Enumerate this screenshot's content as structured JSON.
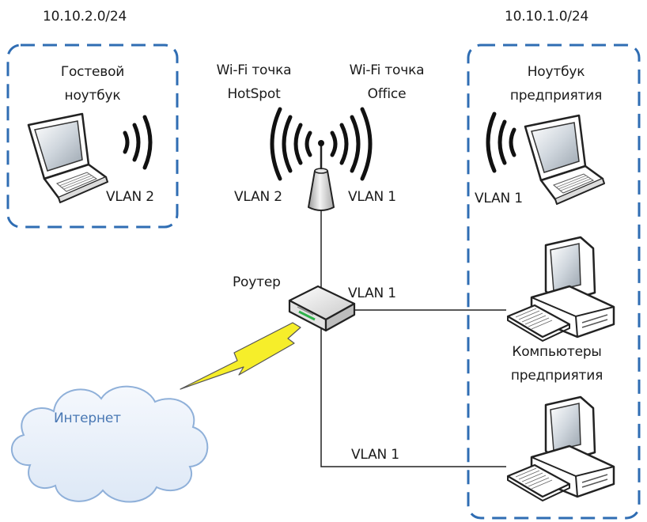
{
  "subnets": {
    "guest": "10.10.2.0/24",
    "office": "10.10.1.0/24"
  },
  "guest_zone": {
    "device_label": [
      "Гостевой",
      "ноутбук"
    ],
    "vlan": "VLAN 2"
  },
  "access_point": {
    "hotspot_label": [
      "Wi-Fi точка",
      "HotSpot"
    ],
    "office_label": [
      "Wi-Fi точка",
      "Office"
    ],
    "vlan_left": "VLAN 2",
    "vlan_right": "VLAN 1"
  },
  "office_zone": {
    "laptop_label": [
      "Ноутбук",
      "предприятия"
    ],
    "laptop_vlan": "VLAN 1",
    "computers_label": [
      "Компьютеры",
      "предприятия"
    ]
  },
  "router": {
    "label": "Роутер",
    "link_upper_vlan": "VLAN 1",
    "link_lower_vlan": "VLAN 1"
  },
  "internet": {
    "label": "Интернет"
  },
  "colors": {
    "zone_border": "#2f6db3",
    "cloud_fill": "#eaf1fb",
    "cloud_stroke": "#8fb0d9",
    "lightning": "#f6ee2a",
    "text": "#1a1a1a",
    "link": "#222222"
  },
  "icons": [
    "laptop-icon",
    "wifi-waves-icon",
    "access-point-icon",
    "router-icon",
    "desktop-computer-icon",
    "cloud-icon",
    "lightning-icon"
  ]
}
